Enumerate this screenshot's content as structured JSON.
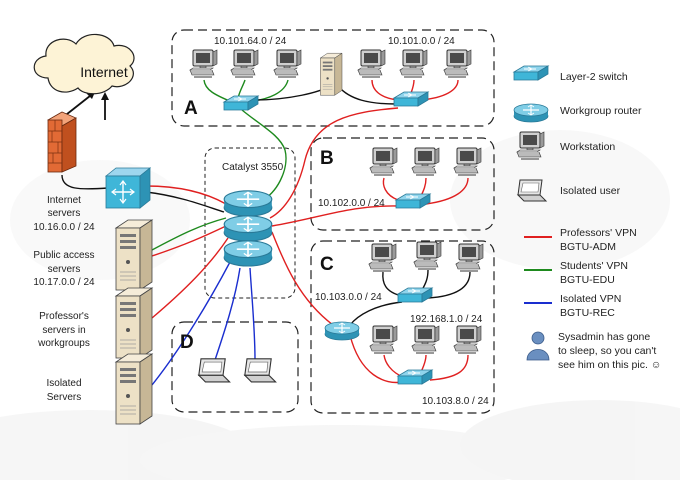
{
  "zones": {
    "a": {
      "letter": "A",
      "subnet_left": "10.101.64.0 / 24",
      "subnet_right": "10.101.0.0 / 24"
    },
    "b": {
      "letter": "B",
      "subnet": "10.102.0.0 / 24"
    },
    "c": {
      "letter": "C",
      "subnet_entry": "10.103.0.0 / 24",
      "subnet_mid": "192.168.1.0 / 24",
      "subnet_bottom": "10.103.8.0 / 24"
    },
    "d": {
      "letter": "D"
    }
  },
  "internet": {
    "label": "Internet"
  },
  "core": {
    "label": "Catalyst 3550"
  },
  "servers": {
    "internet": [
      "Internet",
      "servers",
      "10.16.0.0 / 24"
    ],
    "public": [
      "Public access",
      "servers",
      "10.17.0.0 / 24"
    ],
    "professor": [
      "Professor's",
      "servers in",
      "workgroups"
    ],
    "isolated": [
      "Isolated",
      "Servers"
    ]
  },
  "legend": {
    "switch": "Layer-2 switch",
    "router": "Workgroup router",
    "workstation": "Workstation",
    "laptop": "Isolated user",
    "vpn_red": [
      "Professors' VPN",
      "BGTU-ADM"
    ],
    "vpn_green": [
      "Students' VPN",
      "BGTU-EDU"
    ],
    "vpn_blue": [
      "Isolated VPN",
      "BGTU-REC"
    ],
    "sysadmin": [
      "Sysadmin has gone",
      "to sleep, so you can't",
      "see him on this pic. ☺"
    ]
  },
  "colors": {
    "red": "#e02020",
    "green": "#1e8a1e",
    "blue": "#1a2ecf",
    "black": "#111111",
    "device": "#3fb6d8"
  },
  "icons": {
    "cloud": "cloud-icon",
    "firewall": "firewall-icon",
    "router": "router-icon",
    "switch": "switch-icon",
    "workstation": "workstation-icon",
    "laptop": "laptop-icon",
    "server": "server-icon",
    "person": "person-icon"
  }
}
